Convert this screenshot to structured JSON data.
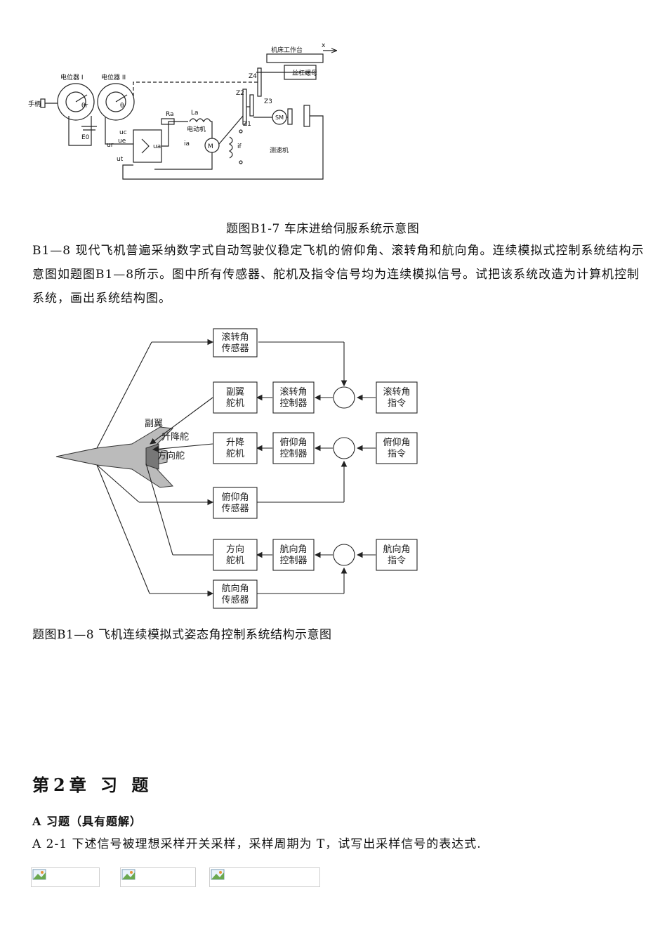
{
  "fig1": {
    "caption": "题图B1-7 车床进给伺服系统示意图",
    "labels": {
      "worktable": "机床工作台",
      "x_axis": "x",
      "leadscrew": "丝杠螺母",
      "pot1": "电位器 I",
      "pot2": "电位器 II",
      "handle": "手柄",
      "theta_r": "θr",
      "theta": "θ",
      "E0": "E0",
      "ur": "ur",
      "uc": "uc",
      "ue": "ue",
      "ut": "ut",
      "ua": "ua",
      "Ra": "Ra",
      "La": "La",
      "motor": "电动机",
      "ia": "ia",
      "M": "M",
      "if": "if",
      "Z1": "Z1",
      "Z2": "Z2",
      "Z3": "Z3",
      "Z4": "Z4",
      "SM": "SM",
      "tacho": "测速机"
    }
  },
  "problem_b1_8": {
    "text": "B1—8 现代飞机普遍采纳数字式自动驾驶仪稳定飞机的俯仰角、滚转角和航向角。连续模拟式控制系统结构示意图如题图B1—8所示。图中所有传感器、舵机及指令信号均为连续模拟信号。试把该系统改造为计算机控制系统，画出系统结构图。"
  },
  "fig2": {
    "caption": "题图B1—8 飞机连续模拟式姿态角控制系统结构示意图",
    "blocks": {
      "roll_sensor": [
        "滚转角",
        "传感器"
      ],
      "aileron_servo": [
        "副翼",
        "舵机"
      ],
      "roll_ctrl": [
        "滚转角",
        "控制器"
      ],
      "roll_cmd": [
        "滚转角",
        "指令"
      ],
      "elev_servo": [
        "升降",
        "舵机"
      ],
      "pitch_ctrl": [
        "俯仰角",
        "控制器"
      ],
      "pitch_cmd": [
        "俯仰角",
        "指令"
      ],
      "pitch_sensor": [
        "俯仰角",
        "传感器"
      ],
      "rudder_servo": [
        "方向",
        "舵机"
      ],
      "yaw_ctrl": [
        "航向角",
        "控制器"
      ],
      "yaw_cmd": [
        "航向角",
        "指令"
      ],
      "yaw_sensor": [
        "航向角",
        "传感器"
      ]
    },
    "plane_labels": {
      "aileron": "副翼",
      "elevator": "升降舵",
      "rudder": "方向舵"
    }
  },
  "chapter": {
    "title": "第2章 习 题",
    "section": "A 习题（具有题解）",
    "problem_a2_1": "A 2-1 下述信号被理想采样开关采样，采样周期为 T，试写出采样信号的表达式."
  }
}
